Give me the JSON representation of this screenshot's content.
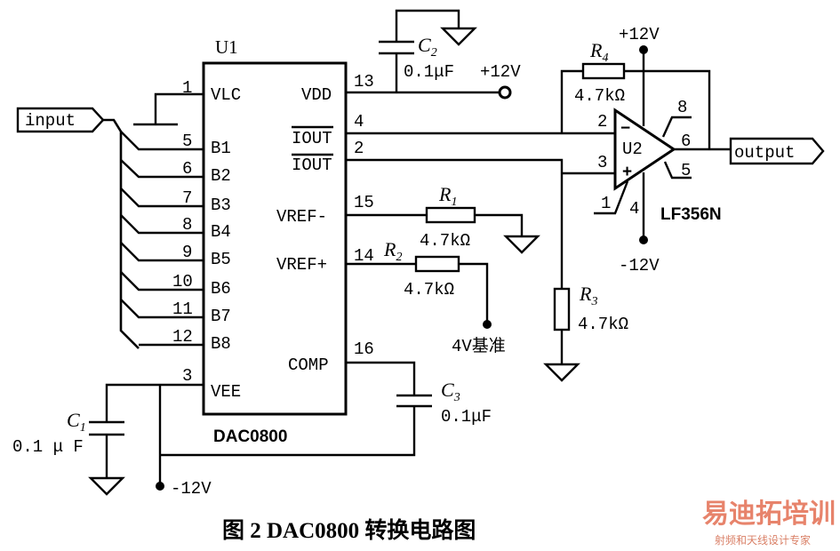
{
  "chip_u1": {
    "ref": "U1",
    "name": "DAC0800",
    "pins_left": [
      {
        "num": "1",
        "label": "VLC"
      },
      {
        "num": "5",
        "label": "B1"
      },
      {
        "num": "6",
        "label": "B2"
      },
      {
        "num": "7",
        "label": "B3"
      },
      {
        "num": "8",
        "label": "B4"
      },
      {
        "num": "9",
        "label": "B5"
      },
      {
        "num": "10",
        "label": "B6"
      },
      {
        "num": "11",
        "label": "B7"
      },
      {
        "num": "12",
        "label": "B8"
      },
      {
        "num": "3",
        "label": "VEE"
      }
    ],
    "pins_right": [
      {
        "num": "13",
        "label": "VDD"
      },
      {
        "num": "4",
        "label": "IOUT"
      },
      {
        "num": "2",
        "label": "IOUT"
      },
      {
        "num": "15",
        "label": "VREF-"
      },
      {
        "num": "14",
        "label": "VREF+"
      },
      {
        "num": "16",
        "label": "COMP"
      }
    ]
  },
  "opamp_u2": {
    "ref": "U2",
    "name": "LF356N",
    "minus": "−",
    "plus": "+",
    "pins": {
      "p2": "2",
      "p3": "3",
      "p8": "8",
      "p6": "6",
      "p5": "5",
      "p1": "1",
      "p4": "4"
    }
  },
  "components": {
    "c2": {
      "letter": "C",
      "sub": "2",
      "value": "0.1μF"
    },
    "c3": {
      "letter": "C",
      "sub": "3",
      "value": "0.1μF"
    },
    "c1": {
      "letter": "C",
      "sub": "1",
      "value": "0.1 μ F"
    },
    "r1": {
      "letter": "R",
      "sub": "1",
      "value": "4.7kΩ"
    },
    "r2": {
      "letter": "R",
      "sub": "2",
      "value": "4.7kΩ"
    },
    "r3": {
      "letter": "R",
      "sub": "3",
      "value": "4.7kΩ"
    },
    "r4": {
      "letter": "R",
      "sub": "4",
      "value": "4.7kΩ"
    }
  },
  "supplies": {
    "vdd": "+12V",
    "u2_pos": "+12V",
    "u2_neg": "-12V",
    "vee": "-12V",
    "vref": "4V基准"
  },
  "ports": {
    "input": "input",
    "output": "output"
  },
  "caption": "图 2  DAC0800 转换电路图",
  "watermark": {
    "main": "易迪拓培训",
    "sub": "射频和天线设计专家"
  }
}
